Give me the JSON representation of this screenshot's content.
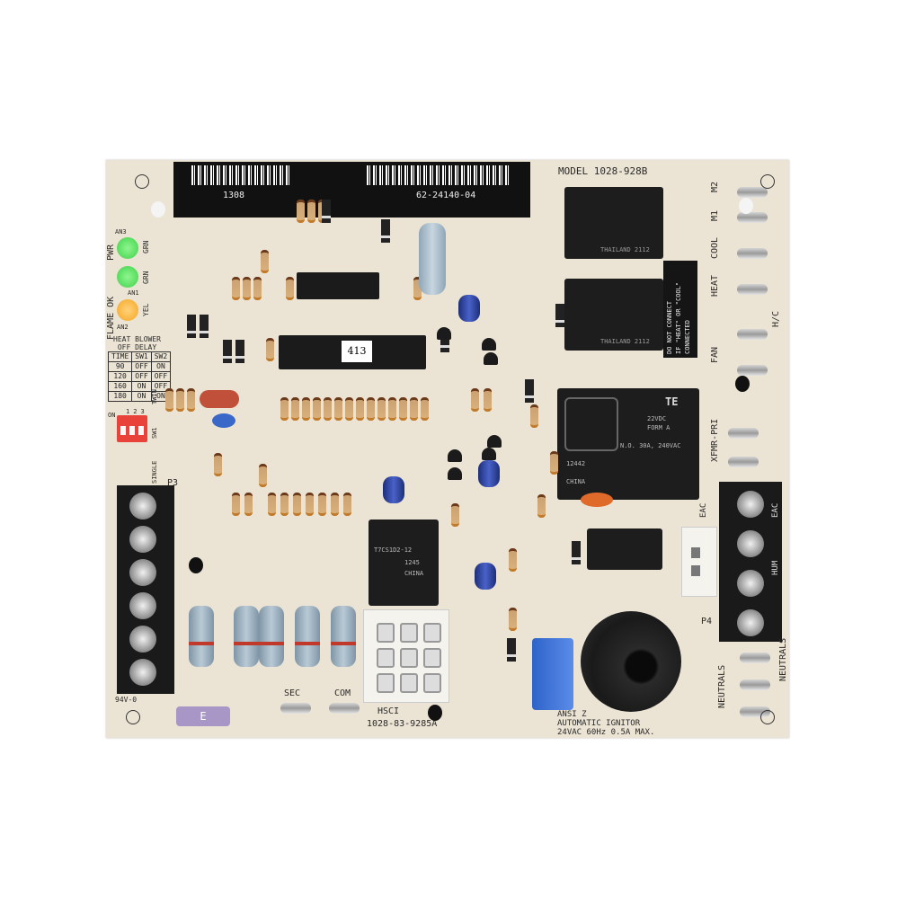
{
  "board": {
    "model": "MODEL  1028-928B",
    "label_left": "1308",
    "label_right": "62-24140-04",
    "chip_label": "413",
    "part_number": "1028-83-9285A",
    "hsci": "HSCI",
    "ignitor_lines": [
      "ANSI Z",
      "AUTOMATIC IGNITOR",
      "24VAC 60Hz 0.5A MAX."
    ],
    "warning_lines": [
      "DO NOT CONNECT",
      "IF \"HEAT\" OR \"COOL\"",
      "CONNECTED"
    ],
    "fuse_label": "E",
    "rating": "94V-0"
  },
  "leds": [
    {
      "name": "PWR",
      "id": "AN3",
      "color_label": "GRN",
      "color": "#3fd24a"
    },
    {
      "name": "FLAME OK",
      "id": "AN1",
      "color_label": "GRN",
      "color": "#3fd24a"
    },
    {
      "name": "",
      "id": "AN2",
      "color_label": "YEL",
      "color": "#f5a623"
    }
  ],
  "delay_table": {
    "title_lines": [
      "HEAT BLOWER",
      "OFF DELAY"
    ],
    "headers": [
      "TIME",
      "SW1",
      "SW2"
    ],
    "rows": [
      [
        "90",
        "OFF",
        "ON"
      ],
      [
        "120",
        "OFF",
        "OFF"
      ],
      [
        "160",
        "ON",
        "OFF"
      ],
      [
        "180",
        "ON",
        "ON"
      ]
    ]
  },
  "dip_switch": {
    "label": "SW1",
    "on_label": "ON",
    "positions": [
      "1",
      "2",
      "3"
    ],
    "single": "SINGLE",
    "twin": "TWIN"
  },
  "terminals_right": [
    "M2",
    "M1",
    "COOL",
    "HEAT",
    "H/C",
    "FAN",
    "XFMR-PRI"
  ],
  "terminal_block_right": {
    "label": "P4",
    "items": [
      "EAC",
      "HUM",
      "EAC"
    ]
  },
  "terminal_block_left": {
    "label": "P3"
  },
  "bottom_terminals": [
    "SEC",
    "COM"
  ],
  "neutrals": "NEUTRALS",
  "relay_k3": [
    "TE",
    "22VDC",
    "FORM A",
    "N.O. 30A, 240VAC",
    "12442",
    "CHINA"
  ],
  "relay_small": [
    "T7CS1D2-12",
    "1245",
    "CHINA"
  ],
  "relay_top_text": "THAILAND 2112",
  "colors": {
    "board": "#ebe3d3",
    "silkscreen": "#2a2a2a",
    "led_green": "#3fd24a",
    "led_yellow": "#f5a623",
    "dip_switch": "#e8423a"
  }
}
